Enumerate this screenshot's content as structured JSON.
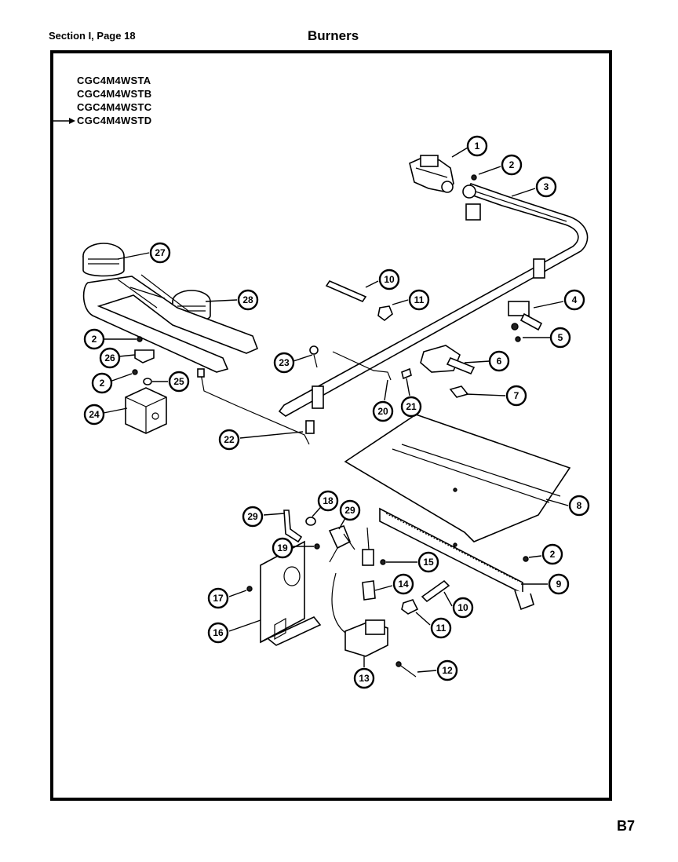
{
  "header": {
    "section_page": "Section I, Page 18",
    "title": "Burners"
  },
  "models": [
    "CGC4M4WSTA",
    "CGC4M4WSTB",
    "CGC4M4WSTC",
    "CGC4M4WSTD"
  ],
  "footer": {
    "code": "B7"
  },
  "callouts": [
    "1",
    "2",
    "3",
    "27",
    "28",
    "10",
    "11",
    "4",
    "5",
    "2",
    "26",
    "23",
    "6",
    "2",
    "25",
    "7",
    "24",
    "20",
    "21",
    "22",
    "8",
    "29",
    "18",
    "29",
    "2",
    "19",
    "15",
    "9",
    "14",
    "10",
    "17",
    "11",
    "16",
    "12",
    "13"
  ]
}
